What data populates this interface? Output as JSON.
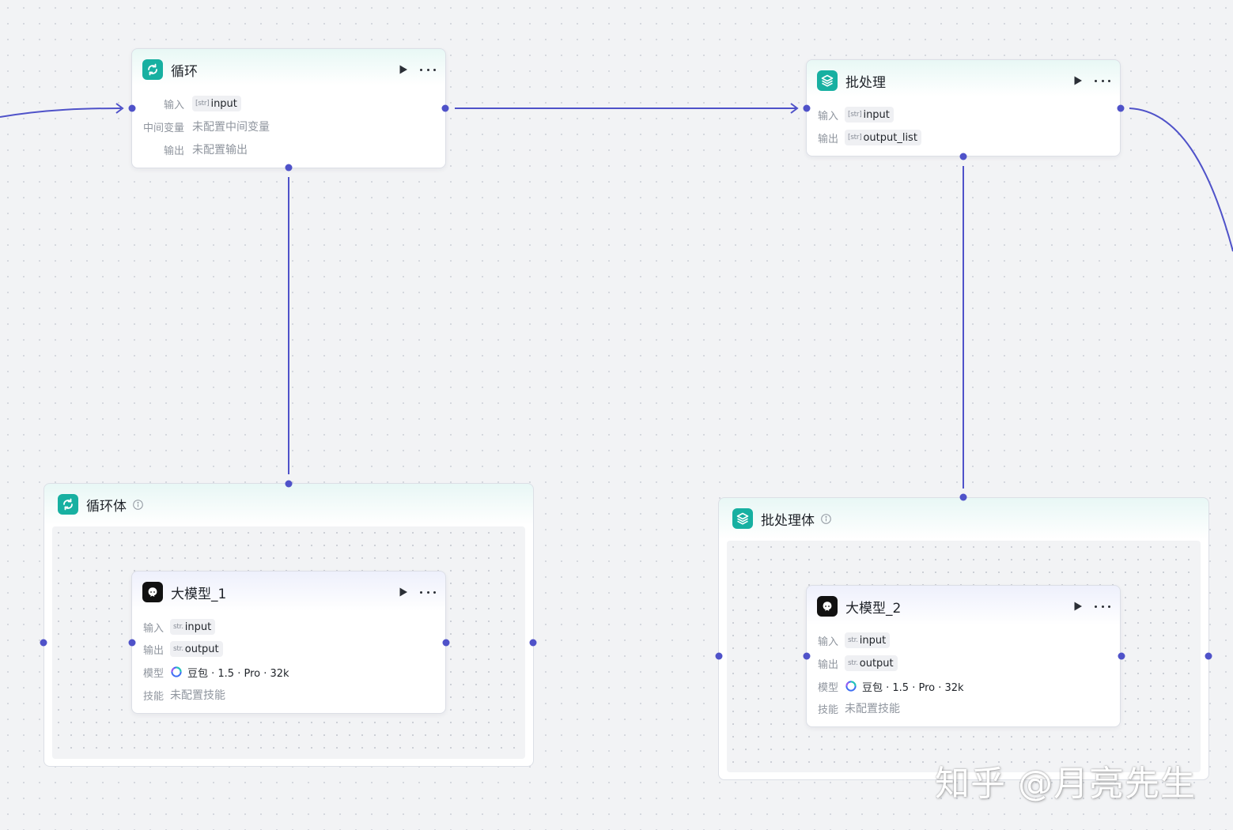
{
  "colors": {
    "edge": "#4f52c9",
    "teal_badge": "#17b0a1",
    "llm_badge": "#111111",
    "canvas": "#f2f3f5"
  },
  "loop_node": {
    "title": "循环",
    "icon": "loop-icon",
    "input_label": "输入",
    "input_type": "[str]",
    "input_value": "input",
    "intermediate_label": "中间变量",
    "intermediate_value": "未配置中间变量",
    "output_label": "输出",
    "output_value": "未配置输出"
  },
  "batch_node": {
    "title": "批处理",
    "icon": "batch-icon",
    "input_label": "输入",
    "input_type": "[str]",
    "input_value": "input",
    "output_label": "输出",
    "output_type": "[str]",
    "output_value": "output_list"
  },
  "loop_body": {
    "title": "循环体",
    "icon": "loop-icon"
  },
  "batch_body": {
    "title": "批处理体",
    "icon": "batch-icon"
  },
  "llm_1": {
    "title": "大模型_1",
    "input_label": "输入",
    "input_type": "str.",
    "input_value": "input",
    "output_label": "输出",
    "output_type": "str.",
    "output_value": "output",
    "model_label": "模型",
    "model_value": "豆包 · 1.5 · Pro · 32k",
    "skill_label": "技能",
    "skill_value": "未配置技能"
  },
  "llm_2": {
    "title": "大模型_2",
    "input_label": "输入",
    "input_type": "str.",
    "input_value": "input",
    "output_label": "输出",
    "output_type": "str.",
    "output_value": "output",
    "model_label": "模型",
    "model_value": "豆包 · 1.5 · Pro · 32k",
    "skill_label": "技能",
    "skill_value": "未配置技能"
  },
  "watermark": "知乎 @月亮先生"
}
